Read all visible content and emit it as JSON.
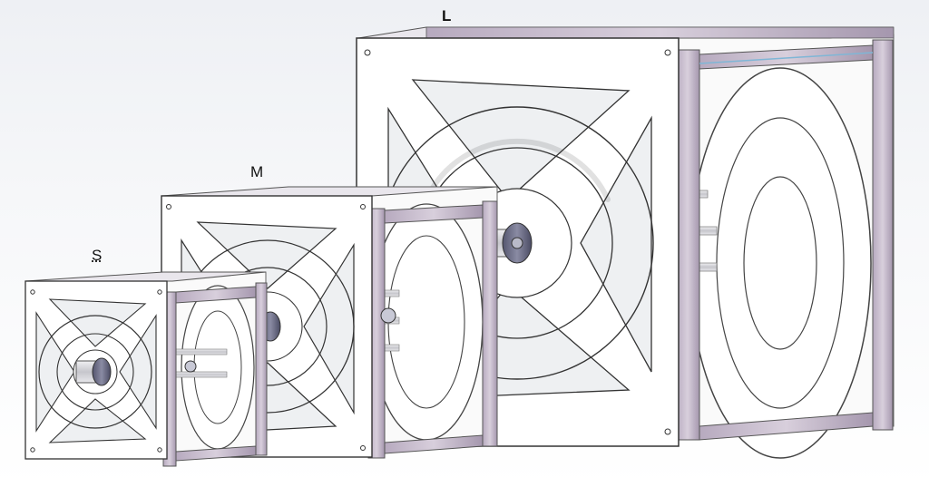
{
  "labels": {
    "small": "S",
    "medium": "M",
    "large": "L"
  },
  "colors": {
    "frame_face": "#ffffff",
    "frame_stroke": "#4a4a4a",
    "rail": "#c9bfcf",
    "rail_dark": "#9a8fa3",
    "rail_accent": "#7fb6d6",
    "hub": "#6e6f8a",
    "hub_light": "#b9bac8",
    "shaft": "#d9d9dd"
  }
}
